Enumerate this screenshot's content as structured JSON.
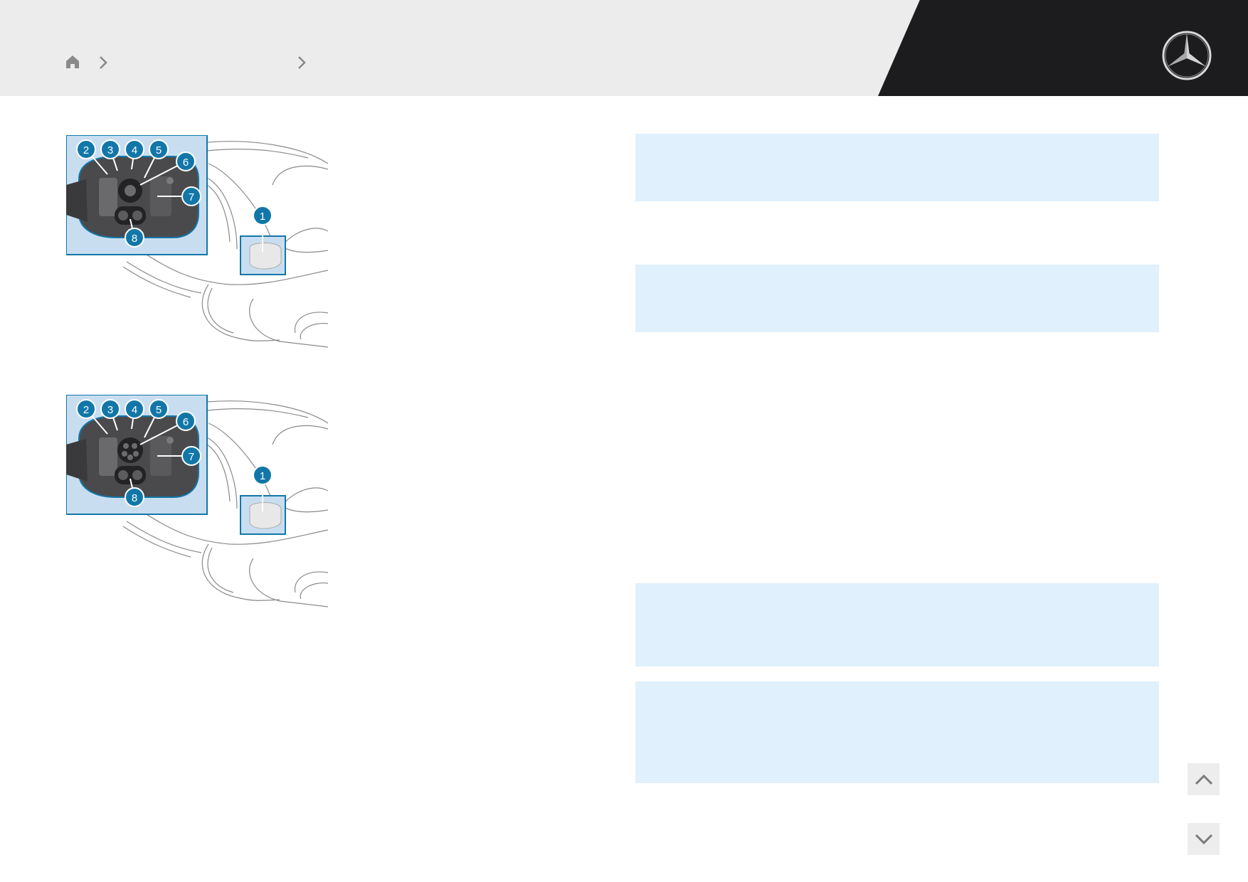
{
  "header": {
    "home_icon": "home-icon",
    "breadcrumb_separator_icon": "chevron-right-icon",
    "logo_icon": "mercedes-star-icon",
    "colors": {
      "light_band": "#ececec",
      "dark_band": "#1c1c1e"
    }
  },
  "figures": [
    {
      "callouts": [
        "1",
        "2",
        "3",
        "4",
        "5",
        "6",
        "7",
        "8"
      ]
    },
    {
      "callouts": [
        "1",
        "2",
        "3",
        "4",
        "5",
        "6",
        "7",
        "8"
      ]
    }
  ],
  "notes_color": "#e0f0fc",
  "callout_color": "#1277a8",
  "scroll_nav": {
    "up_icon": "chevron-up-icon",
    "down_icon": "chevron-down-icon"
  }
}
